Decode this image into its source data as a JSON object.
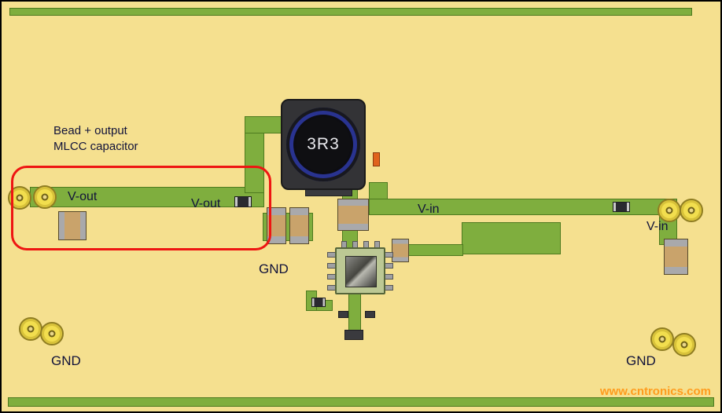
{
  "page": {
    "type": "annotated PCB layout image"
  },
  "colors": {
    "board": "#F5E08F",
    "trace": "#7FAE3E",
    "trace_dark": "#4E7A1F",
    "highlight": "#EE1512",
    "label_text": "#11123A",
    "watermark": "#FF9C1E",
    "inductor_ring": "#293390"
  },
  "annotation": {
    "line1": "Bead + output",
    "line2": "MLCC capacitor"
  },
  "labels": {
    "vout_left": "V-out",
    "vout_mid": "V-out",
    "vin_mid": "V-in",
    "vin_right": "V-in",
    "gnd_mid": "GND",
    "gnd_left": "GND",
    "gnd_right": "GND"
  },
  "components": {
    "inductor_label": "3R3"
  },
  "watermark": {
    "text": "www.cntronics.com"
  }
}
